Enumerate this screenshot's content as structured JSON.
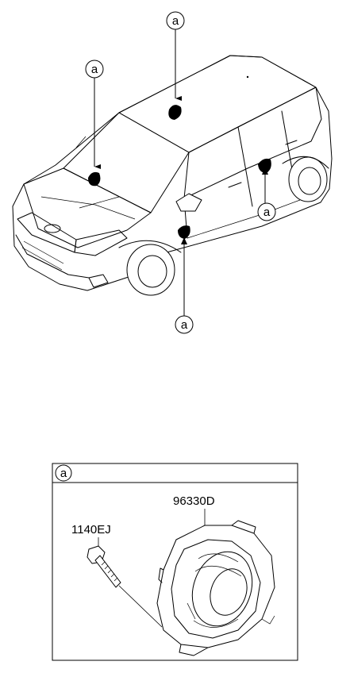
{
  "callouts": {
    "letter": "a"
  },
  "detail_box": {
    "header_letter": "a"
  },
  "parts": {
    "speaker_part_no": "96330D",
    "bolt_part_no": "1140EJ"
  }
}
